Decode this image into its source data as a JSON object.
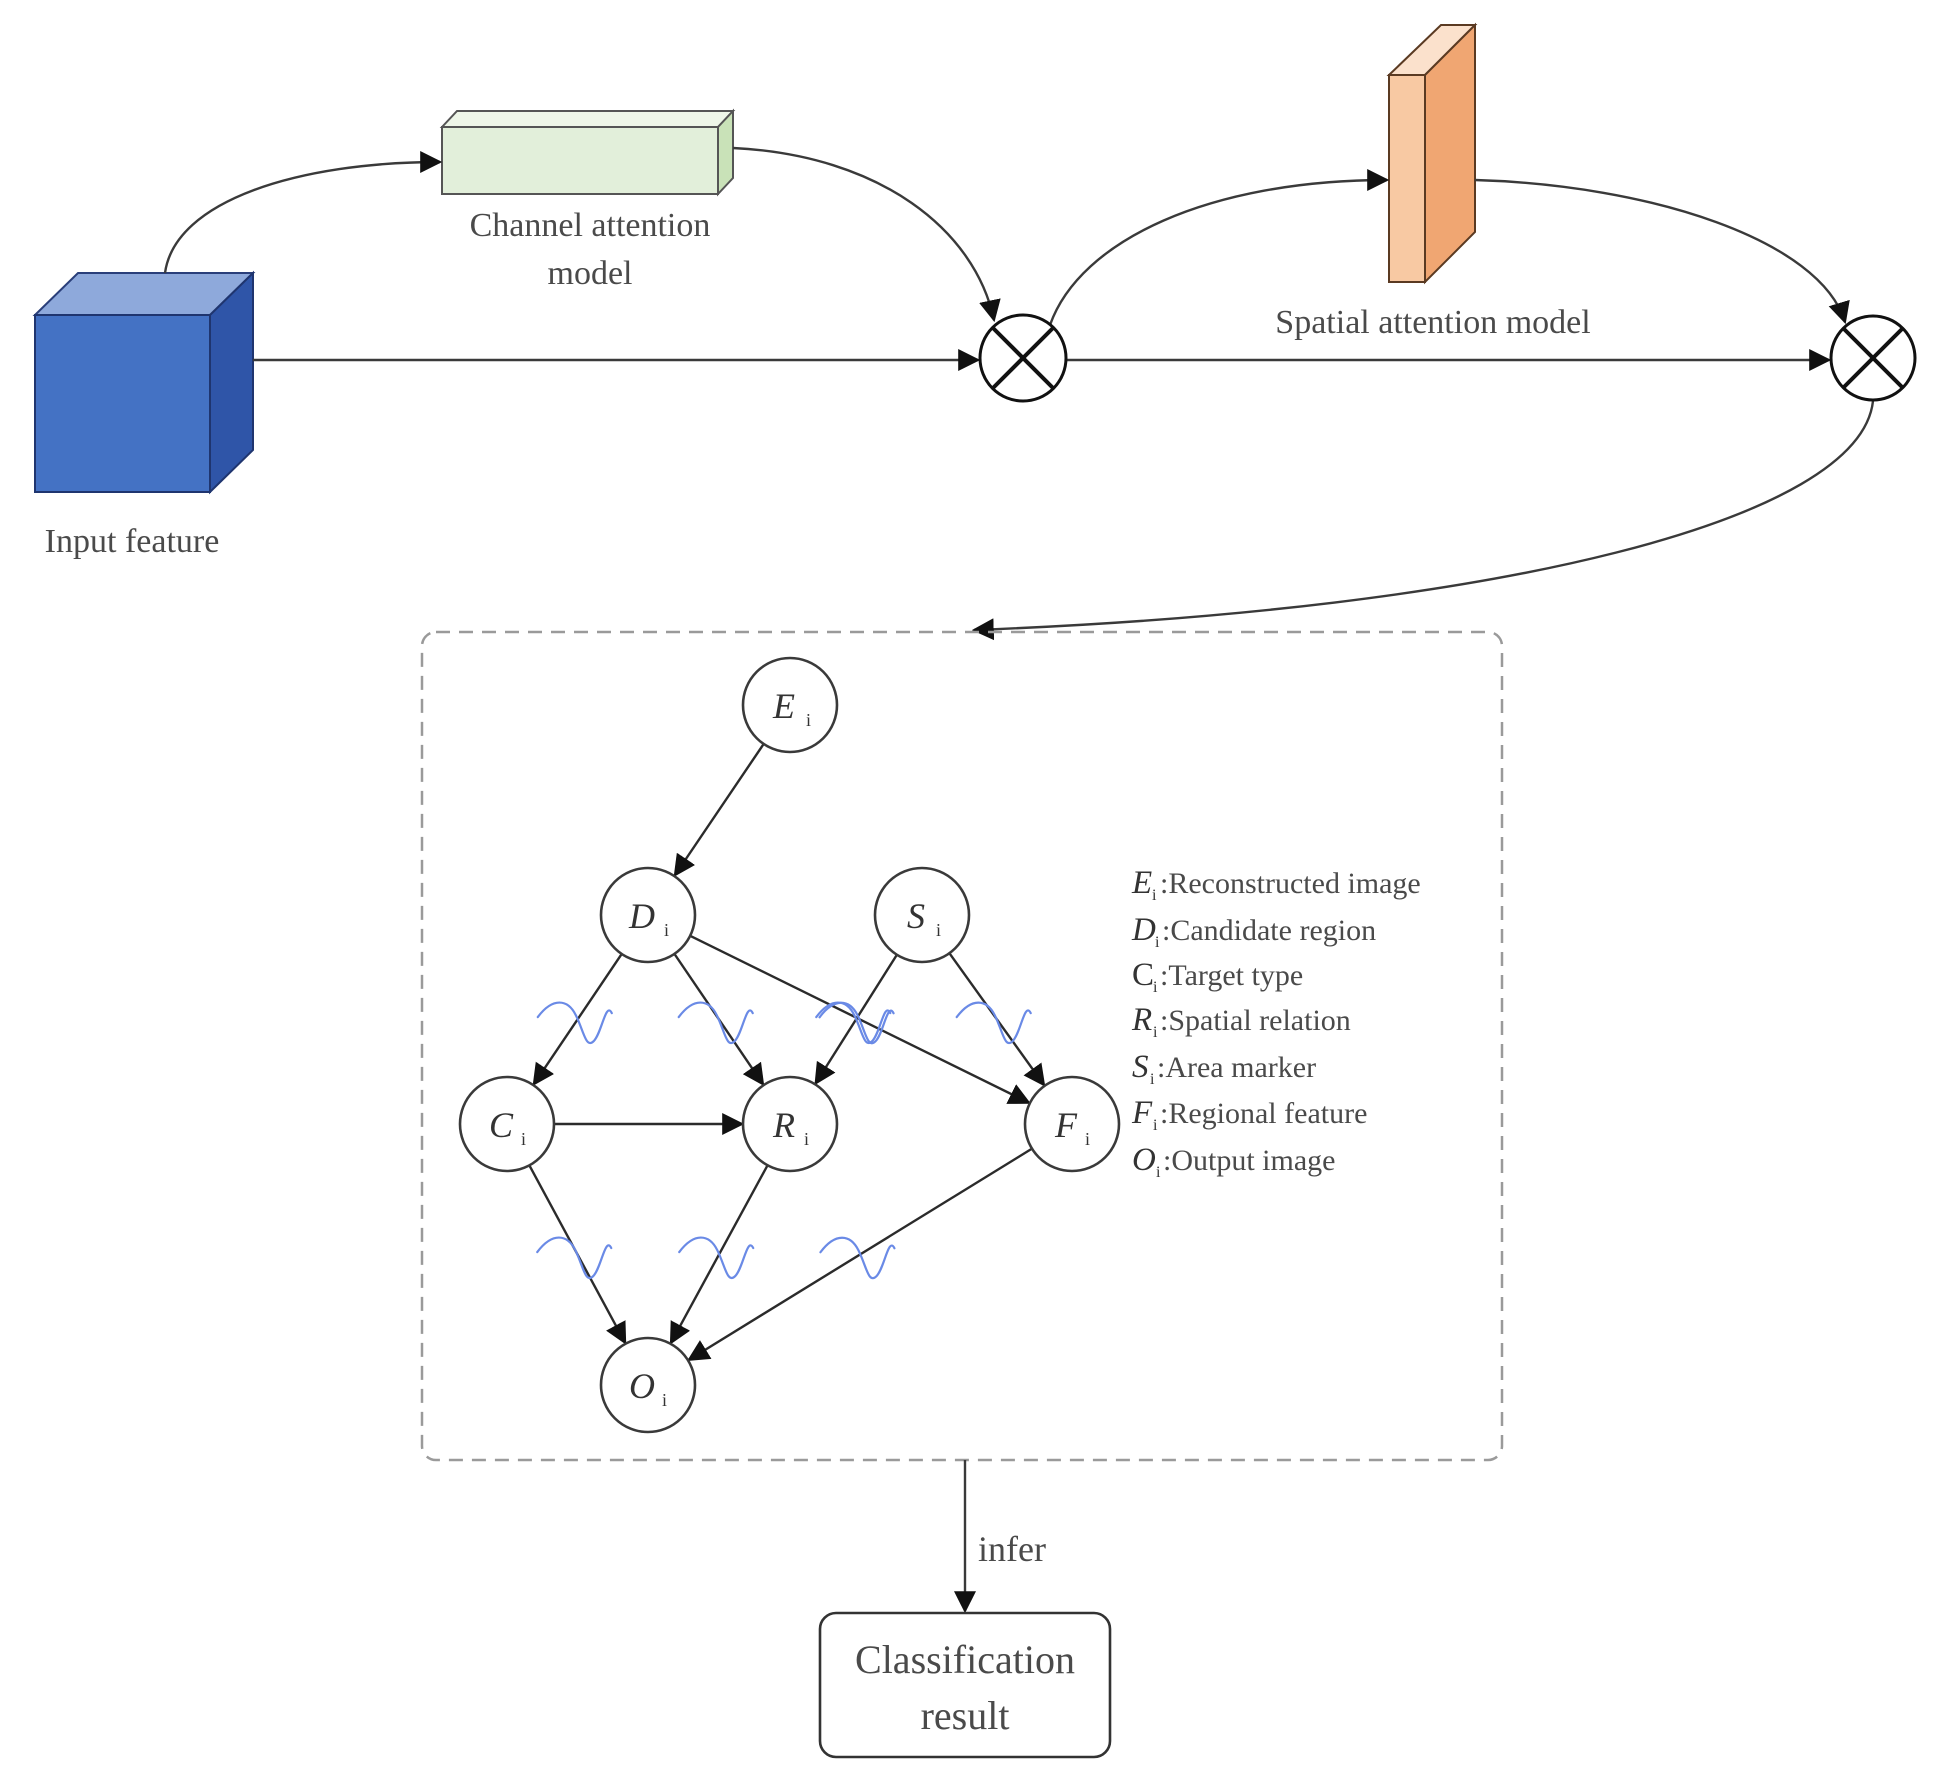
{
  "top_flow": {
    "input_label": "Input feature",
    "channel_label_line1": "Channel attention",
    "channel_label_line2": "model",
    "spatial_label": "Spatial attention model",
    "multiply_symbol": "⊗"
  },
  "graph": {
    "nodes": [
      {
        "id": "E",
        "letter": "E",
        "sub": "i"
      },
      {
        "id": "D",
        "letter": "D",
        "sub": "i"
      },
      {
        "id": "S",
        "letter": "S",
        "sub": "i"
      },
      {
        "id": "C",
        "letter": "C",
        "sub": "i"
      },
      {
        "id": "R",
        "letter": "R",
        "sub": "i"
      },
      {
        "id": "F",
        "letter": "F",
        "sub": "i"
      },
      {
        "id": "O",
        "letter": "O",
        "sub": "i"
      }
    ],
    "edges": [
      {
        "from": "E",
        "to": "D",
        "noisy": false
      },
      {
        "from": "D",
        "to": "C",
        "noisy": true
      },
      {
        "from": "D",
        "to": "R",
        "noisy": true
      },
      {
        "from": "D",
        "to": "F",
        "noisy": true
      },
      {
        "from": "S",
        "to": "R",
        "noisy": true
      },
      {
        "from": "S",
        "to": "F",
        "noisy": true
      },
      {
        "from": "C",
        "to": "R",
        "noisy": false
      },
      {
        "from": "C",
        "to": "O",
        "noisy": true
      },
      {
        "from": "R",
        "to": "O",
        "noisy": true
      },
      {
        "from": "F",
        "to": "O",
        "noisy": true
      }
    ]
  },
  "legend": [
    {
      "letter": "E",
      "sub": "i",
      "text": ":Reconstructed image"
    },
    {
      "letter": "D",
      "sub": "i",
      "text": ":Candidate region"
    },
    {
      "letter": "C",
      "sub": "i",
      "text": ":Target type"
    },
    {
      "letter": "R",
      "sub": "i",
      "text": ":Spatial relation"
    },
    {
      "letter": "S",
      "sub": "i",
      "text": ":Area marker"
    },
    {
      "letter": "F",
      "sub": "i",
      "text": ":Regional feature"
    },
    {
      "letter": "O",
      "sub": "i",
      "text": ":Output image"
    }
  ],
  "output": {
    "infer_label": "infer",
    "result_line1": "Classification",
    "result_line2": "result"
  },
  "colors": {
    "cube_front": "#4472C4",
    "cube_top": "#8EA9DB",
    "cube_side": "#2F55A8",
    "channel_front": "#E2EFDA",
    "channel_top": "#EEF6E8",
    "channel_side": "#C9E2B8",
    "spatial_front": "#F8C9A3",
    "spatial_top": "#FBE1CC",
    "spatial_side": "#F0A672",
    "noise": "#6A8AE6"
  }
}
